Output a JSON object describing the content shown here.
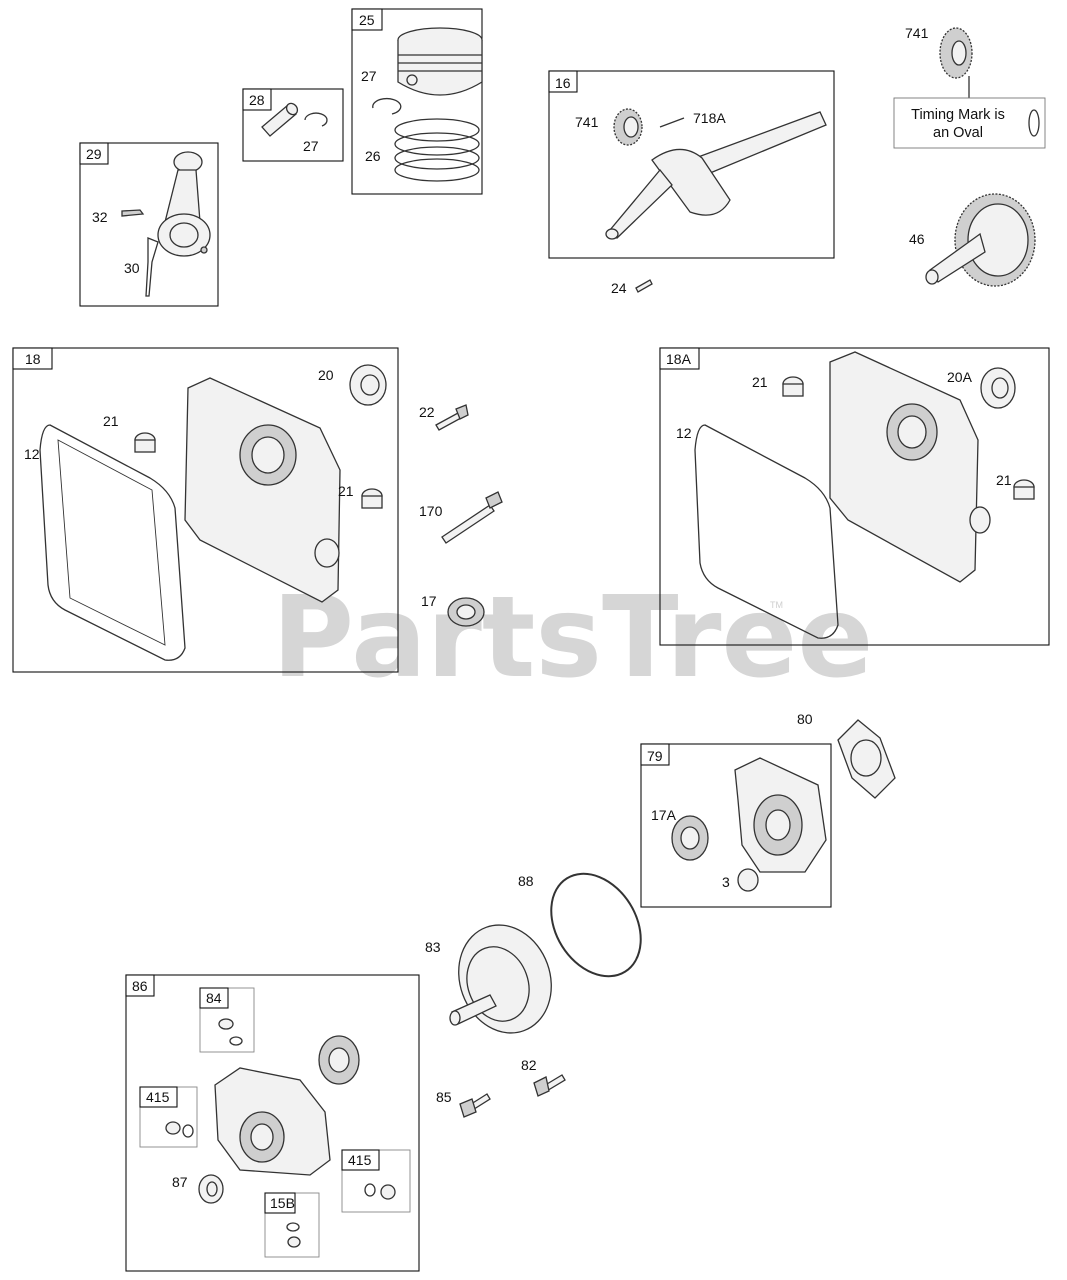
{
  "watermark": {
    "text": "PartsTree",
    "trademark": "TM"
  },
  "timing_note": {
    "line1": "Timing Mark is",
    "line2": "an Oval"
  },
  "groups": [
    {
      "key": "g25",
      "label": "25"
    },
    {
      "key": "g28",
      "label": "28"
    },
    {
      "key": "g29",
      "label": "29"
    },
    {
      "key": "g16",
      "label": "16"
    },
    {
      "key": "g18",
      "label": "18"
    },
    {
      "key": "g18a",
      "label": "18A"
    },
    {
      "key": "g79",
      "label": "79"
    },
    {
      "key": "g86",
      "label": "86"
    },
    {
      "key": "g84",
      "label": "84"
    },
    {
      "key": "g415a",
      "label": "415"
    },
    {
      "key": "g415b",
      "label": "415"
    },
    {
      "key": "g15b",
      "label": "15B"
    }
  ],
  "callouts": [
    "27",
    "26",
    "27",
    "32",
    "30",
    "741",
    "718A",
    "741",
    "24",
    "46",
    "20",
    "21",
    "12",
    "21",
    "22",
    "170",
    "17",
    "21",
    "20A",
    "12",
    "21",
    "80",
    "17A",
    "3",
    "88",
    "83",
    "82",
    "85",
    "87"
  ]
}
